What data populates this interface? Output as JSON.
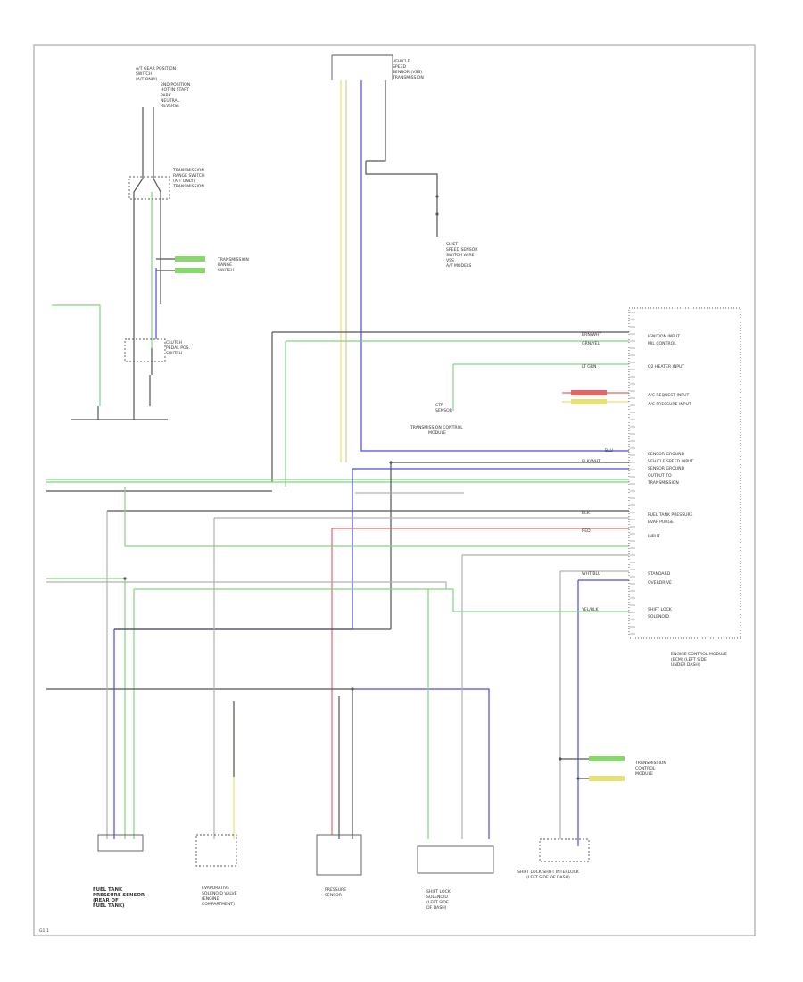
{
  "colors": {
    "wire_black": "#555555",
    "wire_green": "#7ed67e",
    "wire_yellow": "#e8e070",
    "wire_blue": "#4a4ae8",
    "wire_red": "#e86464",
    "wire_gray": "#b0b0b0",
    "wire_tan": "#d8c890",
    "connector_ltgreen": "#86d86a",
    "text": "#333333"
  },
  "labels": {
    "top_left_switch": [
      "A/T GEAR POSITION",
      "SWITCH",
      "(A/T ONLY)"
    ],
    "top_left_switch_sub": [
      "2ND POSITION",
      "HOT IN START",
      "PARK",
      "NEUTRAL",
      "REVERSE"
    ],
    "trans_range_a": [
      "TRANSMISSION",
      "RANGE SWITCH",
      "(A/T ONLY)",
      "TRANSMISSION"
    ],
    "trans_range_b": [
      "TRANSMISSION",
      "RANGE",
      "SWITCH"
    ],
    "clutch_pedal": [
      "CLUTCH",
      "PEDAL POS.",
      "SWITCH"
    ],
    "top_center_sensor": [
      "VEHICLE",
      "SPEED",
      "SENSOR (VSS)",
      "TRANSMISSION"
    ],
    "mid_sensor": [
      "SHIFT",
      "SPEED SENSOR",
      "SWITCH WIRE",
      "VSS",
      "A/T MODELS"
    ],
    "ecm_title": [
      "ENGINE CONTROL MODULE",
      "(ECM) (LEFT SIDE",
      "UNDER DASH)"
    ],
    "trans_control": [
      "TRANSMISSION CONTROL",
      "MODULE"
    ],
    "ctp_label": [
      "CTP",
      "SENSOR"
    ],
    "trans_ctrl_right": [
      "TRANSMISSION",
      "CONTROL",
      "MODULE"
    ],
    "fuel_tank": [
      "FUEL TANK",
      "PRESSURE SENSOR",
      "(REAR OF",
      "FUEL TANK)"
    ],
    "vsv_sensor": [
      "EVAPORATIVE",
      "SOLENOID VALVE",
      "(ENGINE",
      "COMPARTMENT)"
    ],
    "pressure_sensor": [
      "PRESSURE",
      "SENSOR"
    ],
    "hvsv": [
      "SHIFT LOCK",
      "SOLENOID",
      "(LEFT SIDE",
      "OF DASH)"
    ],
    "bottom_right": [
      "SHIFT LOCK/SHIFT INTERLOCK",
      "(LEFT SIDE OF DASH)"
    ],
    "ecm_pins": [
      "IGNITION INPUT",
      "MIL CONTROL",
      "O2 HEATER INPUT",
      "A/C REQUEST INPUT",
      "A/C PRESSURE INPUT",
      "SENSOR GROUND",
      "VEHICLE SPEED INPUT",
      "SENSOR GROUND",
      "OUTPUT TO",
      "TRANSMISSION",
      "FUEL TANK PRESSURE",
      "EVAP PURGE",
      "INPUT",
      "STANDARD",
      "OVERDRIVE",
      "SHIFT LOCK",
      "SOLENOID"
    ],
    "wire_codes": [
      "BRN/WHT",
      "GRN/YEL",
      "BLK/WHT",
      "BLU",
      "RED",
      "YEL/BLK",
      "LT GRN",
      "BLK",
      "WHT/BLU"
    ],
    "footer": "G1.1"
  }
}
